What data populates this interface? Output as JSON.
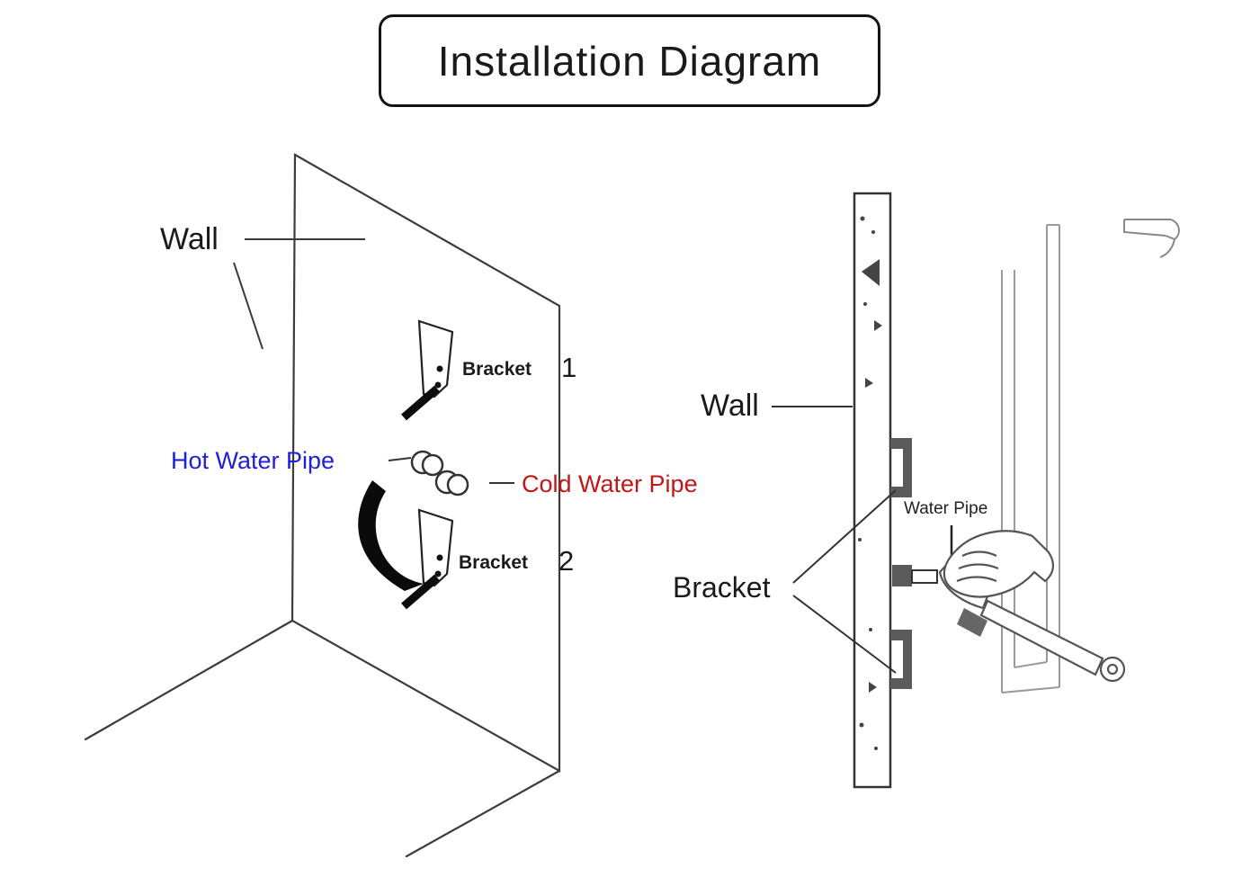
{
  "title": "Installation Diagram",
  "colors": {
    "hot": "#1f1fd8",
    "cold": "#c31616",
    "line": "#3c3c3c"
  },
  "front_view": {
    "wall_label": "Wall",
    "bracket1_label": "Bracket",
    "bracket1_number": "1",
    "bracket2_label": "Bracket",
    "bracket2_number": "2",
    "hot_pipe_label": "Hot Water Pipe",
    "cold_pipe_label": "Cold Water Pipe"
  },
  "side_view": {
    "wall_label": "Wall",
    "bracket_label": "Bracket",
    "water_pipe_label": "Water Pipe"
  }
}
